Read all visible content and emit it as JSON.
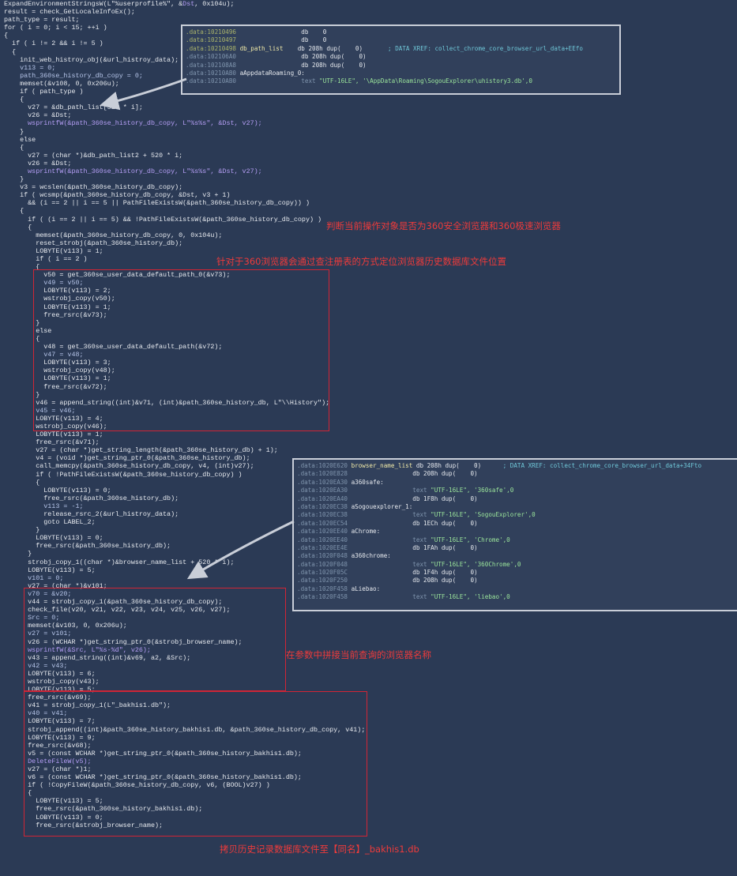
{
  "code_lines": [
    [
      {
        "t": "ExpandEnvironmentStringsW(L\"%userprofile%\", &",
        "c": "t"
      },
      {
        "t": "Dst",
        "c": "v"
      },
      {
        "t": ", 0x104u);",
        "c": "t"
      }
    ],
    [
      {
        "t": "result = check_GetLocaleInfoEx();",
        "c": "t"
      }
    ],
    [
      {
        "t": "path_type = result;",
        "c": "t"
      }
    ],
    [
      {
        "t": "for ( i = 0; i < 15; ++i )",
        "c": "t"
      }
    ],
    [
      {
        "t": "{",
        "c": "t"
      }
    ],
    [
      {
        "t": "  if ( i != 2 && i != 5 )",
        "c": "t"
      }
    ],
    [
      {
        "t": "  {",
        "c": "t"
      }
    ],
    [
      {
        "t": "    init_web_histroy_obj(&url_histroy_data);",
        "c": "t"
      }
    ],
    [
      {
        "t": "    v113 = 0;",
        "c": "p"
      }
    ],
    [
      {
        "t": "    path_360se_history_db_copy = 0;",
        "c": "p"
      }
    ],
    [
      {
        "t": "    memset(&v108, 0, 0x206u);",
        "c": "t"
      }
    ],
    [
      {
        "t": "    if ( path_type )",
        "c": "t"
      }
    ],
    [
      {
        "t": "    {",
        "c": "t"
      }
    ],
    [
      {
        "t": "      v27 = &db_path_list[520 * i];",
        "c": "t"
      }
    ],
    [
      {
        "t": "      v26 = &Dst;",
        "c": "t"
      }
    ],
    [
      {
        "t": "      wsprintfW(&path_360se_history_db_copy, L\"%s%s\", &Dst, v27);",
        "c": "v"
      }
    ],
    [
      {
        "t": "    }",
        "c": "t"
      }
    ],
    [
      {
        "t": "    else",
        "c": "t"
      }
    ],
    [
      {
        "t": "    {",
        "c": "t"
      }
    ],
    [
      {
        "t": "      v27 = (char *)&db_path_list2 + 520 * i;",
        "c": "t"
      }
    ],
    [
      {
        "t": "      v26 = &Dst;",
        "c": "t"
      }
    ],
    [
      {
        "t": "      wsprintfW(&path_360se_history_db_copy, L\"%s%s\", &Dst, v27);",
        "c": "v"
      }
    ],
    [
      {
        "t": "    }",
        "c": "t"
      }
    ],
    [
      {
        "t": "    v3 = wcslen(&path_360se_history_db_copy);",
        "c": "t"
      }
    ],
    [
      {
        "t": "    if ( wcsmp(&path_360se_history_db_copy, &Dst, v3 + 1)",
        "c": "t"
      }
    ],
    [
      {
        "t": "      && (i == 2 || i == 5 || PathFileExistsW(&path_360se_history_db_copy)) )",
        "c": "t"
      }
    ],
    [
      {
        "t": "    {",
        "c": "t"
      }
    ],
    [
      {
        "t": "      if ( (i == 2 || i == 5) && !PathFileExistsW(&path_360se_history_db_copy) )",
        "c": "t"
      }
    ],
    [
      {
        "t": "      {",
        "c": "t"
      }
    ],
    [
      {
        "t": "        memset(&path_360se_history_db_copy, 0, 0x104u);",
        "c": "t"
      }
    ],
    [
      {
        "t": "        reset_strobj(&path_360se_history_db);",
        "c": "t"
      }
    ],
    [
      {
        "t": "        LOBYTE(v113) = 1;",
        "c": "t"
      }
    ],
    [
      {
        "t": "        if ( i == 2 )",
        "c": "t"
      }
    ],
    [
      {
        "t": "        {",
        "c": "t"
      }
    ],
    [
      {
        "t": "          v50 = get_360se_user_data_default_path_0(&v73);",
        "c": "t"
      }
    ],
    [
      {
        "t": "          v49 = v50;",
        "c": "p"
      }
    ],
    [
      {
        "t": "          LOBYTE(v113) = 2;",
        "c": "t"
      }
    ],
    [
      {
        "t": "          wstrobj_copy(v50);",
        "c": "t"
      }
    ],
    [
      {
        "t": "          LOBYTE(v113) = 1;",
        "c": "t"
      }
    ],
    [
      {
        "t": "          free_rsrc(&v73);",
        "c": "t"
      }
    ],
    [
      {
        "t": "        }",
        "c": "t"
      }
    ],
    [
      {
        "t": "        else",
        "c": "t"
      }
    ],
    [
      {
        "t": "        {",
        "c": "t"
      }
    ],
    [
      {
        "t": "          v48 = get_360se_user_data_default_path(&v72);",
        "c": "t"
      }
    ],
    [
      {
        "t": "          v47 = v48;",
        "c": "p"
      }
    ],
    [
      {
        "t": "          LOBYTE(v113) = 3;",
        "c": "t"
      }
    ],
    [
      {
        "t": "          wstrobj_copy(v48);",
        "c": "t"
      }
    ],
    [
      {
        "t": "          LOBYTE(v113) = 1;",
        "c": "t"
      }
    ],
    [
      {
        "t": "          free_rsrc(&v72);",
        "c": "t"
      }
    ],
    [
      {
        "t": "        }",
        "c": "t"
      }
    ],
    [
      {
        "t": "        v46 = append_string((int)&v71, (int)&path_360se_history_db, L\"\\\\History\");",
        "c": "t"
      }
    ],
    [
      {
        "t": "        v45 = v46;",
        "c": "p"
      }
    ],
    [
      {
        "t": "        LOBYTE(v113) = 4;",
        "c": "t"
      }
    ],
    [
      {
        "t": "        wstrobj_copy(v46);",
        "c": "t"
      }
    ],
    [
      {
        "t": "        LOBYTE(v113) = 1;",
        "c": "t"
      }
    ],
    [
      {
        "t": "        free_rsrc(&v71);",
        "c": "t"
      }
    ],
    [
      {
        "t": "        v27 = (char *)get_string_length(&path_360se_history_db) + 1);",
        "c": "t"
      }
    ],
    [
      {
        "t": "        v4 = (void *)get_string_ptr_0(&path_360se_history_db);",
        "c": "t"
      }
    ],
    [
      {
        "t": "        call_memcpy(&path_360se_history_db_copy, v4, (int)v27);",
        "c": "t"
      }
    ],
    [
      {
        "t": "        if ( !PathFileExistsW(&path_360se_history_db_copy) )",
        "c": "t"
      }
    ],
    [
      {
        "t": "        {",
        "c": "t"
      }
    ],
    [
      {
        "t": "          LOBYTE(v113) = 0;",
        "c": "t"
      }
    ],
    [
      {
        "t": "          free_rsrc(&path_360se_history_db);",
        "c": "t"
      }
    ],
    [
      {
        "t": "          v113 = -1;",
        "c": "p"
      }
    ],
    [
      {
        "t": "          release_rsrc_2(&url_histroy_data);",
        "c": "t"
      }
    ],
    [
      {
        "t": "          goto LABEL_2;",
        "c": "t"
      }
    ],
    [
      {
        "t": "        }",
        "c": "t"
      }
    ],
    [
      {
        "t": "        LOBYTE(v113) = 0;",
        "c": "t"
      }
    ],
    [
      {
        "t": "        free_rsrc(&path_360se_history_db);",
        "c": "t"
      }
    ],
    [
      {
        "t": "      }",
        "c": "t"
      }
    ],
    [
      {
        "t": "      strobj_copy_1((char *)&browser_name_list + 520 * i);",
        "c": "t"
      }
    ],
    [
      {
        "t": "      LOBYTE(v113) = 5;",
        "c": "t"
      }
    ],
    [
      {
        "t": "      v101 = 0;",
        "c": "p"
      }
    ],
    [
      {
        "t": "      v27 = (char *)&v101;",
        "c": "t"
      }
    ],
    [
      {
        "t": "      v70 = &v20;",
        "c": "p"
      }
    ],
    [
      {
        "t": "      v44 = strobj_copy_1(&path_360se_history_db_copy);",
        "c": "t"
      }
    ],
    [
      {
        "t": "      check_file(v20, v21, v22, v23, v24, v25, v26, v27);",
        "c": "t"
      }
    ],
    [
      {
        "t": "      Src = 0;",
        "c": "p"
      }
    ],
    [
      {
        "t": "      memset(&v103, 0, 0x206u);",
        "c": "t"
      }
    ],
    [
      {
        "t": "      v27 = v101;",
        "c": "p"
      }
    ],
    [
      {
        "t": "      v26 = (WCHAR *)get_string_ptr_0(&strobj_browser_name);",
        "c": "t"
      }
    ],
    [
      {
        "t": "      wsprintfW(&Src, L\"%s-%d\", v26);",
        "c": "v"
      }
    ],
    [
      {
        "t": "      v43 = append_string((int)&v69, a2, &Src);",
        "c": "t"
      }
    ],
    [
      {
        "t": "      v42 = v43;",
        "c": "p"
      }
    ],
    [
      {
        "t": "      LOBYTE(v113) = 6;",
        "c": "t"
      }
    ],
    [
      {
        "t": "      wstrobj_copy(v43);",
        "c": "t"
      }
    ],
    [
      {
        "t": "      LOBYTE(v113) = 5;",
        "c": "t"
      }
    ],
    [
      {
        "t": "      free_rsrc(&v69);",
        "c": "t"
      }
    ],
    [
      {
        "t": "      v41 = strobj_copy_1(L\"_bakhis1.db\");",
        "c": "t"
      }
    ],
    [
      {
        "t": "      v40 = v41;",
        "c": "p"
      }
    ],
    [
      {
        "t": "      LOBYTE(v113) = 7;",
        "c": "t"
      }
    ],
    [
      {
        "t": "      strobj_append((int)&path_360se_history_bakhis1.db, &path_360se_history_db_copy, v41);",
        "c": "t"
      }
    ],
    [
      {
        "t": "      LOBYTE(v113) = 9;",
        "c": "t"
      }
    ],
    [
      {
        "t": "      free_rsrc(&v68);",
        "c": "t"
      }
    ],
    [
      {
        "t": "      v5 = (const WCHAR *)get_string_ptr_0(&path_360se_history_bakhis1.db);",
        "c": "t"
      }
    ],
    [
      {
        "t": "      DeleteFileW(v5);",
        "c": "v"
      }
    ],
    [
      {
        "t": "      v27 = (char *)1;",
        "c": "t"
      }
    ],
    [
      {
        "t": "      v6 = (const WCHAR *)get_string_ptr_0(&path_360se_history_bakhis1.db);",
        "c": "t"
      }
    ],
    [
      {
        "t": "      if ( !CopyFileW(&path_360se_history_db_copy, v6, (BOOL)v27) )",
        "c": "t"
      }
    ],
    [
      {
        "t": "      {",
        "c": "t"
      }
    ],
    [
      {
        "t": "        LOBYTE(v113) = 5;",
        "c": "t"
      }
    ],
    [
      {
        "t": "        free_rsrc(&path_360se_history_bakhis1.db);",
        "c": "t"
      }
    ],
    [
      {
        "t": "        LOBYTE(v113) = 0;",
        "c": "t"
      }
    ],
    [
      {
        "t": "        free_rsrc(&strobj_browser_name);",
        "c": "t"
      }
    ]
  ],
  "panel1": [
    [
      {
        "t": ".data:10210496",
        "c": "addr1"
      },
      {
        "t": "                  db    0",
        "c": "ins"
      }
    ],
    [
      {
        "t": ".data:10210497",
        "c": "addr1"
      },
      {
        "t": "                  db    0",
        "c": "ins"
      }
    ],
    [
      {
        "t": ".data:10210498 ",
        "c": "addr1"
      },
      {
        "t": "db_path_list",
        "c": "name"
      },
      {
        "t": "    db 208h dup(    0)       ",
        "c": "ins"
      },
      {
        "t": "; DATA XREF: collect_chrome_core_browser_url_data+EEfo",
        "c": "cmt"
      }
    ],
    [
      {
        "t": ".data:102106A0",
        "c": "addr"
      },
      {
        "t": "                  db 208h dup(    0)",
        "c": "ins"
      }
    ],
    [
      {
        "t": ".data:102108A8",
        "c": "addr"
      },
      {
        "t": "                  db 208h dup(    0)",
        "c": "ins"
      }
    ],
    [
      {
        "t": ".data:10210AB0",
        "c": "addr"
      },
      {
        "t": " aAppdataRoaming_0:",
        "c": "ins"
      }
    ],
    [
      {
        "t": ".data:10210AB0",
        "c": "addr"
      },
      {
        "t": "                  text ",
        "c": "addr"
      },
      {
        "t": "\"UTF-16LE\", '\\AppData\\Roaming\\SogouExplorer\\uhistory3.db',0",
        "c": "str"
      }
    ]
  ],
  "panel2": [
    [
      {
        "t": ".data:1020E620 ",
        "c": "addr"
      },
      {
        "t": "browser_name_list",
        "c": "name"
      },
      {
        "t": " db 208h dup(    0)      ",
        "c": "ins"
      },
      {
        "t": "; DATA XREF: collect_chrome_core_browser_url_data+34Fto",
        "c": "cmt"
      }
    ],
    [
      {
        "t": ".data:1020E828",
        "c": "addr"
      },
      {
        "t": "                  db 208h dup(    0)",
        "c": "ins"
      }
    ],
    [
      {
        "t": ".data:1020EA30",
        "c": "addr"
      },
      {
        "t": " a360safe:",
        "c": "ins"
      }
    ],
    [
      {
        "t": ".data:1020EA30",
        "c": "addr"
      },
      {
        "t": "                  text ",
        "c": "addr"
      },
      {
        "t": "\"UTF-16LE\", '360safe',0",
        "c": "str"
      }
    ],
    [
      {
        "t": ".data:1020EA40",
        "c": "addr"
      },
      {
        "t": "                  db 1F8h dup(    0)",
        "c": "ins"
      }
    ],
    [
      {
        "t": ".data:1020EC38",
        "c": "addr"
      },
      {
        "t": " aSogouexplorer_1:",
        "c": "ins"
      }
    ],
    [
      {
        "t": ".data:1020EC38",
        "c": "addr"
      },
      {
        "t": "                  text ",
        "c": "addr"
      },
      {
        "t": "\"UTF-16LE\", 'SogouExplorer',0",
        "c": "str"
      }
    ],
    [
      {
        "t": ".data:1020EC54",
        "c": "addr"
      },
      {
        "t": "                  db 1ECh dup(    0)",
        "c": "ins"
      }
    ],
    [
      {
        "t": ".data:1020EE40",
        "c": "addr"
      },
      {
        "t": " aChrome:",
        "c": "ins"
      }
    ],
    [
      {
        "t": ".data:1020EE40",
        "c": "addr"
      },
      {
        "t": "                  text ",
        "c": "addr"
      },
      {
        "t": "\"UTF-16LE\", 'Chrome',0",
        "c": "str"
      }
    ],
    [
      {
        "t": ".data:1020EE4E",
        "c": "addr"
      },
      {
        "t": "                  db 1FAh dup(    0)",
        "c": "ins"
      }
    ],
    [
      {
        "t": ".data:1020F048",
        "c": "addr"
      },
      {
        "t": " a360chrome:",
        "c": "ins"
      }
    ],
    [
      {
        "t": ".data:1020F048",
        "c": "addr"
      },
      {
        "t": "                  text ",
        "c": "addr"
      },
      {
        "t": "\"UTF-16LE\", '360Chrome',0",
        "c": "str"
      }
    ],
    [
      {
        "t": ".data:1020F05C",
        "c": "addr"
      },
      {
        "t": "                  db 1F4h dup(    0)",
        "c": "ins"
      }
    ],
    [
      {
        "t": ".data:1020F250",
        "c": "addr"
      },
      {
        "t": "                  db 208h dup(    0)",
        "c": "ins"
      }
    ],
    [
      {
        "t": ".data:1020F458",
        "c": "addr"
      },
      {
        "t": " aLiebao:",
        "c": "ins"
      }
    ],
    [
      {
        "t": ".data:1020F458",
        "c": "addr"
      },
      {
        "t": "                  text ",
        "c": "addr"
      },
      {
        "t": "\"UTF-16LE\", 'liebao',0",
        "c": "str"
      }
    ]
  ],
  "annotations": {
    "a1": "判断当前操作对象是否为360安全浏览器和360极速浏览器",
    "a2": "针对于360浏览器会通过查注册表的方式定位浏览器历史数据库文件位置",
    "a3": "在参数中拼接当前查询的浏览器名称",
    "a4": "拷贝历史记录数据库文件至【同名】_bakhis1.db"
  },
  "colors": {
    "background": "#2b3a55",
    "annotation": "#ee3b3b",
    "box": "#d12535",
    "panel_border": "#c9ced8"
  }
}
